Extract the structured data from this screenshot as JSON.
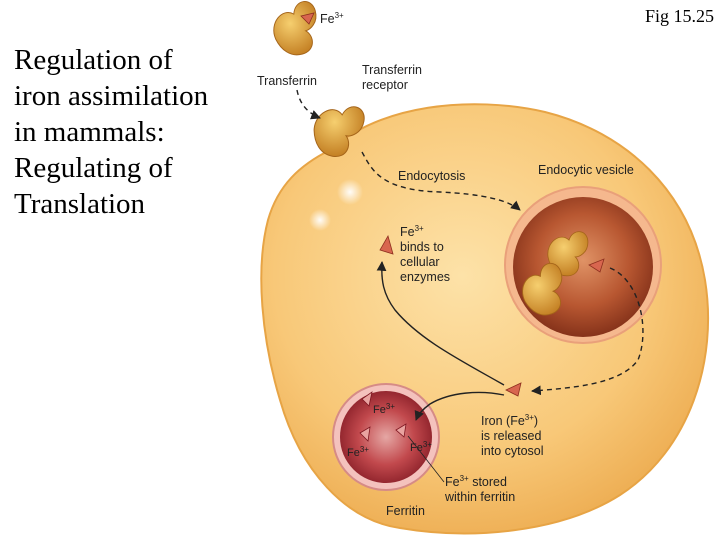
{
  "slide": {
    "title": "Regulation of\niron assimilation\nin mammals:\nRegulating of\nTranslation",
    "figure_label": "Fig 15.25"
  },
  "diagram": {
    "fe_symbol": "Fe",
    "fe_charge": "3+",
    "labels": {
      "transferrin": "Transferrin",
      "receptor_line1": "Transferrin",
      "receptor_line2": "receptor",
      "endocytosis": "Endocytosis",
      "endocytic_vesicle": "Endocytic vesicle",
      "binds_line1": "binds to",
      "binds_line2": "cellular",
      "binds_line3": "enzymes",
      "iron_prefix": "Iron (",
      "iron_suffix": ")",
      "released_line2": "is released",
      "released_line3": "into cytosol",
      "stored_line1": "stored",
      "stored_line2": "within ferritin",
      "ferritin": "Ferritin"
    },
    "colors": {
      "cell_fill": "#f7c77a",
      "cell_edge": "#e9a23f",
      "vesicle": "#b84d2b",
      "ferritin": "#b5252e",
      "transferrin": "#e6a43a",
      "iron": "#d8664f"
    }
  }
}
